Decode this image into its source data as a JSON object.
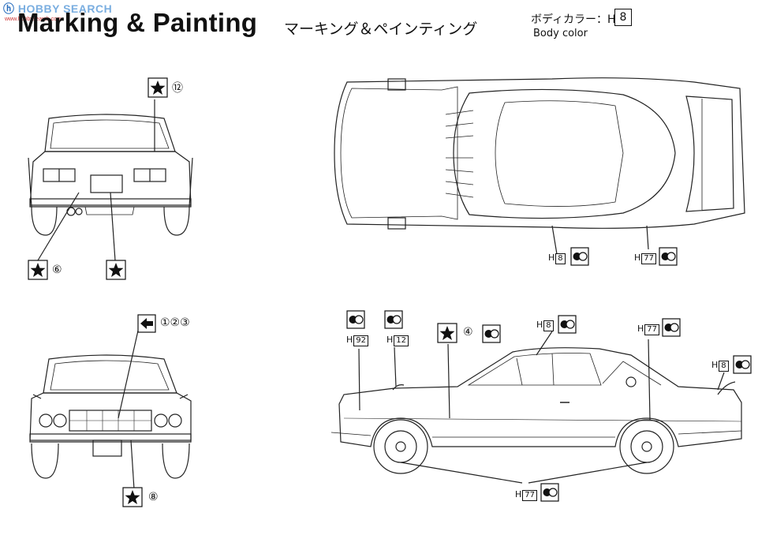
{
  "watermark": {
    "main_a": "ⓗ",
    "main_b": "HOBBY SEARCH",
    "sub": "www.hobbysearch.com"
  },
  "header": {
    "title": "Marking & Painting",
    "subtitle": "マーキング＆ペインティング",
    "body_color_label_jp": "ボディカラー：H",
    "body_color_code": "8",
    "body_color_label_en": "Body color"
  },
  "rear_view": {
    "decal_top": "⑫",
    "decal_left": "⑥"
  },
  "front_view": {
    "decal_top": "①②③",
    "decal_bottom": "⑧"
  },
  "top_view": {
    "callout_left_prefix": "H",
    "callout_left_code": "8",
    "callout_right_prefix": "H",
    "callout_right_code": "77"
  },
  "side_view": {
    "c1_prefix": "H",
    "c1_code": "92",
    "c2_prefix": "H",
    "c2_code": "12",
    "c3_decal": "④",
    "c4_prefix": "H",
    "c4_code": "8",
    "c5_prefix": "H",
    "c5_code": "77",
    "c6_prefix": "H",
    "c6_code": "8",
    "c7_prefix": "H",
    "c7_code": "77"
  },
  "colors": {
    "line": "#222222",
    "watermark": "#2a6fbf"
  },
  "icons": [
    "star-decal-icon",
    "paint-swatch-icon",
    "arrow-decal-icon"
  ]
}
